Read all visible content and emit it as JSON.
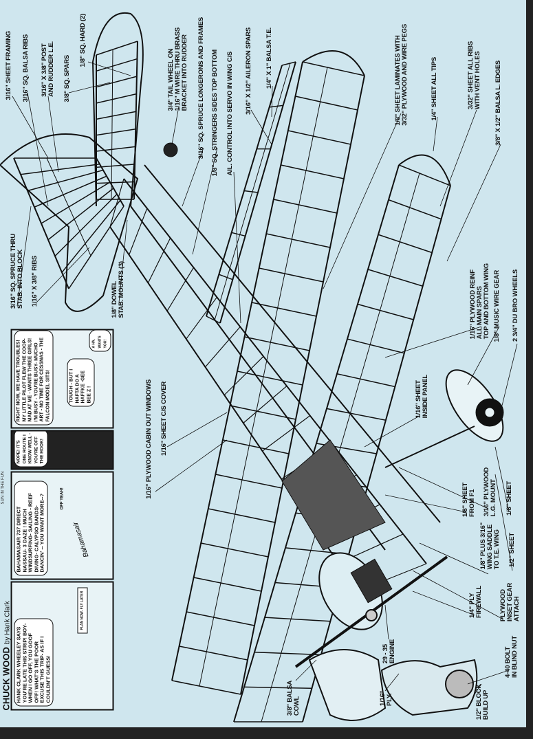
{
  "colors": {
    "paper": "#cfe6ee",
    "ink": "#111111",
    "border": "#222222"
  },
  "labels": {
    "sheet_framing": [
      "3/16\" SHEET FRAMING"
    ],
    "balsa_ribs": [
      "3/16\" SQ. BALSA RIBS"
    ],
    "post_rudder": [
      "3/16\" X 3/8\" POST",
      "AND RUDDER L.E."
    ],
    "sq_spars": [
      "3/8\" SQ. SPARS"
    ],
    "sq_hard": [
      "1/8\" SQ. HARD (2)"
    ],
    "tail_wheel": [
      "3/4\" TAIL WHEEL ON",
      "1/16\" M WIRE THRU BRASS",
      "BRACKET INTO RUDDER"
    ],
    "longerons": [
      "3/16\" SQ. SPRUCE LONGERONS AND FRAMES"
    ],
    "stringers": [
      "1/8\" SQ. STRINGERS SIDES  TOP  BOTTOM"
    ],
    "ail_control": [
      "AIL. CONTROL INTO SERVO IN  WING C/S"
    ],
    "aileron_spars": [
      "3/16\" X 1/2\" AILERON SPARS"
    ],
    "balsa_te": [
      "1/4\" X 1\" BALSA T.E."
    ],
    "laminates": [
      "1/8\" SHEET LAMINATES  WITH",
      "3/32\" PLYWOOD AND WIRE PEGS"
    ],
    "all_tips": [
      "1/4\" SHEET  ALL TIPS"
    ],
    "all_ribs": [
      "3/32\" SHEET ALL RIBS",
      "WITH VENT HOLES"
    ],
    "l_edges": [
      "3/8\" X 1/2\" BALSA  L. EDGES"
    ],
    "spruce_thru": [
      "3/16\" SQ. SPRUCE THRU",
      "STAB. INTO BLOCK"
    ],
    "ribs_116": [
      "1/16\" X 3/8\" RIBS"
    ],
    "dowel": [
      "1/8\" DOWEL",
      "STAB. MOUNTS (3)"
    ],
    "cabin": [
      "1/16\" PLYWOOD  CABIN OUT WINDOWS"
    ],
    "cs_cover": [
      "1/16\" SHEET C/S COVER"
    ],
    "ply_reinf": [
      "1/16\" PLYWOOD REINF",
      "ALL MAIN SPARS",
      "TOP AND BOTTOM WING"
    ],
    "wire_gear": [
      "1/8\" MUSIC WIRE  GEAR"
    ],
    "wheels": [
      "2  3/4\"  DU  BRO WHEELS"
    ],
    "inside_panel": [
      "1/16\" SHEET",
      "INSIDE PANEL"
    ],
    "from_f1": [
      "1/8\" SHEET",
      "FROM F1"
    ],
    "lg_mount": [
      "3/16\" PLYWOOD",
      "L.G. MOUNT"
    ],
    "sheet_18": [
      "1/8\" SHEET"
    ],
    "wing_saddle": [
      "1/8\" PLUS 3/16\"",
      "WING SADDLE",
      "TO T.E. WING"
    ],
    "sheet_12": [
      "1/2\" SHEET"
    ],
    "firewall": [
      "1/4\" PLY",
      "FIREWALL"
    ],
    "inset_gear": [
      "PLYWOOD",
      "INSET GEAR",
      "ATTACH"
    ],
    "engine": [
      "29 - 35",
      "ENGINE"
    ],
    "bolt": [
      "4-40 BOLT",
      "IN BLIND NUT"
    ],
    "cowl": [
      "3/8\" BALSA",
      "COWL"
    ],
    "ply_116": [
      "1/16\"",
      "PLY."
    ],
    "block": [
      "1/2\" BLOCK",
      "BUILD UP"
    ]
  },
  "comic": {
    "title": "CHUCK WOOD",
    "byline": "by Hank Clark",
    "credit": "SUN IN THE FUN",
    "panels": [
      {
        "text": "HANK CLARK WHEELEY SAYS YOU'RE LATE THIS STRIP! BOY- WHEN I GO OFF, YOU GOOF OFF! WHAT'S THE POOR EXCUSE THIS TRIP- AS IF I COULDN'T GUESS!",
        "sign": "PLAN NOW- FLY LATER"
      },
      {
        "text": "BAHAMASAIR 737 DIRECT NASSAU- 3 DAZE ! MUCH WINDSURFING- SAILING - REEF DIVING- CALYPSO BANDS- DANCIN' -- YOU WANT MORE--?",
        "sfx": "OFF YEAH!",
        "plane": "Bahamasair"
      },
      {
        "text": "NOPE! IT'S ONE ROUTE I KNOW WELL -YOU'RE OFF THE HOOK!"
      },
      {
        "text": "RIGHT NOW, WE HAVE TROUBLES! MY LITTLE PILOT FLEW THE COOP- MAD AT ME - WANTS THREE GIRLS! I'M BUSY - YOU'RE BUSY- MUCHO ART - NO TIME FOR CESSNAS - THE FALCON MODEL SITS!",
        "reply": "TOUGH - BUT I HAFTA DO A HAFFKE -GEE BEE Z !",
        "sign": "A HA, WANTS YOU!"
      }
    ]
  }
}
